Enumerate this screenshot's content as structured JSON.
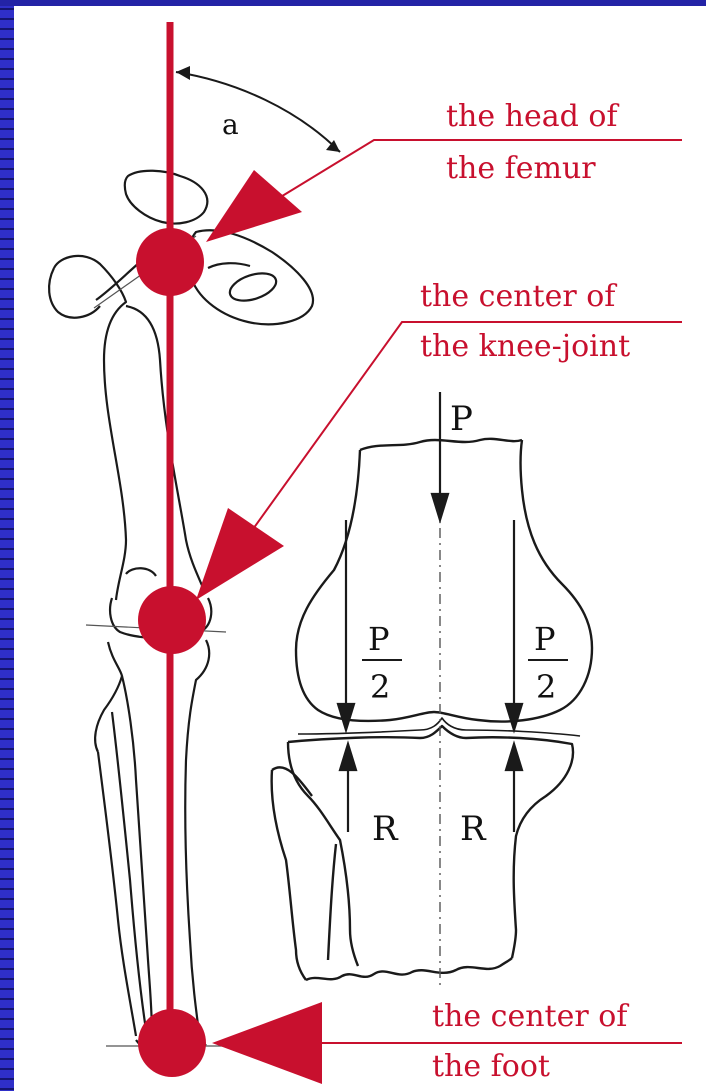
{
  "labels": {
    "femur_head_line1": "the head of",
    "femur_head_line2": "the femur",
    "knee_line1": "the center of",
    "knee_line2": "the knee-joint",
    "foot_line1": "the center of",
    "foot_line2": "the foot"
  },
  "symbols": {
    "angle": "a",
    "load": "P",
    "half_numerator": "P",
    "half_denominator": "2",
    "reaction": "R"
  },
  "colors": {
    "accent_red": "#c8102e",
    "frame_blue": "#2a2ab0"
  }
}
